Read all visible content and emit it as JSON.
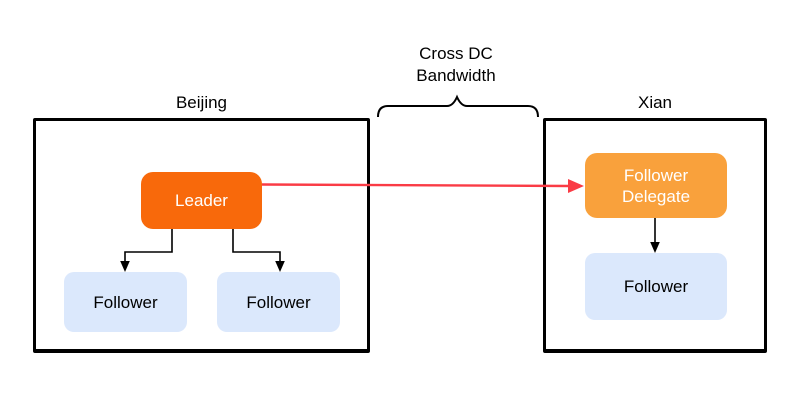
{
  "diagram": {
    "bandwidth_label": "Cross DC Bandwidth",
    "datacenters": [
      {
        "name": "Beijing",
        "nodes": [
          {
            "label": "Leader",
            "role": "leader"
          },
          {
            "label": "Follower",
            "role": "follower"
          },
          {
            "label": "Follower",
            "role": "follower"
          }
        ]
      },
      {
        "name": "Xian",
        "nodes": [
          {
            "label": "Follower Delegate",
            "role": "follower-delegate"
          },
          {
            "label": "Follower",
            "role": "follower"
          }
        ]
      }
    ],
    "edges": [
      {
        "from": "Leader",
        "to": "Follower Delegate",
        "type": "cross-dc-replication",
        "color": "#FA3B45"
      },
      {
        "from": "Leader",
        "to": "Follower (Beijing left)",
        "type": "replication",
        "color": "#000000"
      },
      {
        "from": "Leader",
        "to": "Follower (Beijing right)",
        "type": "replication",
        "color": "#000000"
      },
      {
        "from": "Follower Delegate",
        "to": "Follower (Xian)",
        "type": "replication",
        "color": "#000000"
      }
    ],
    "colors": {
      "leader_fill": "#F8690B",
      "delegate_fill": "#F9A13C",
      "follower_fill": "#DBE8FC",
      "dc_border": "#000000",
      "cross_dc_arrow": "#FA3B45",
      "text_on_orange": "#FFFFFF",
      "text_on_blue": "#000000",
      "label_text": "#000000"
    }
  }
}
